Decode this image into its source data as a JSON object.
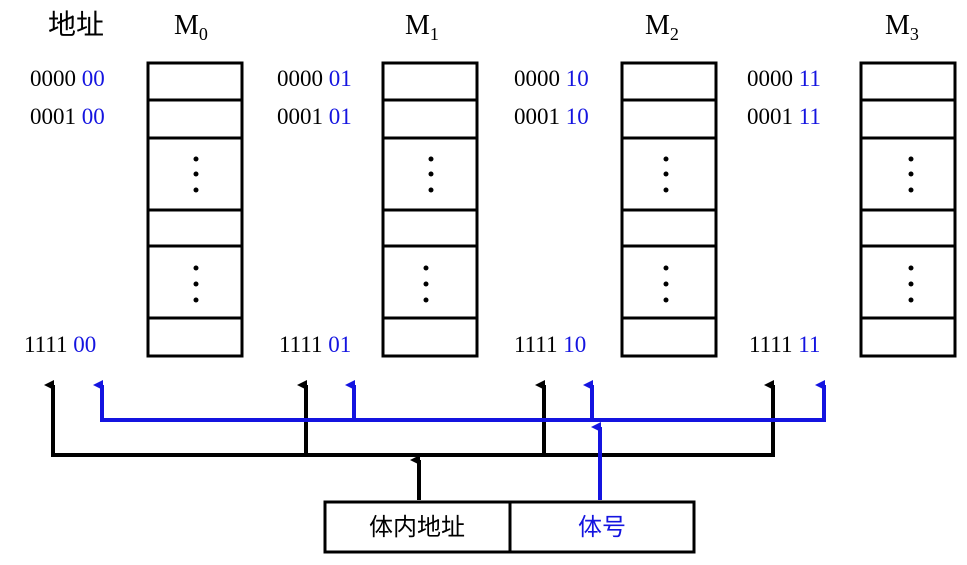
{
  "header": {
    "address_label": "地址"
  },
  "colors": {
    "black": "#000000",
    "blue": "#1414e0"
  },
  "modules": [
    {
      "name": "M",
      "sub": "0",
      "prefix_first": "0000",
      "prefix_second": "0001",
      "prefix_last": "1111",
      "bank": "00"
    },
    {
      "name": "M",
      "sub": "1",
      "prefix_first": "0000",
      "prefix_second": "0001",
      "prefix_last": "1111",
      "bank": "01"
    },
    {
      "name": "M",
      "sub": "2",
      "prefix_first": "0000",
      "prefix_second": "0001",
      "prefix_last": "1111",
      "bank": "10"
    },
    {
      "name": "M",
      "sub": "3",
      "prefix_first": "0000",
      "prefix_second": "0001",
      "prefix_last": "1111",
      "bank": "11"
    }
  ],
  "register": {
    "inner_address": "体内地址",
    "bank_number": "体号"
  }
}
